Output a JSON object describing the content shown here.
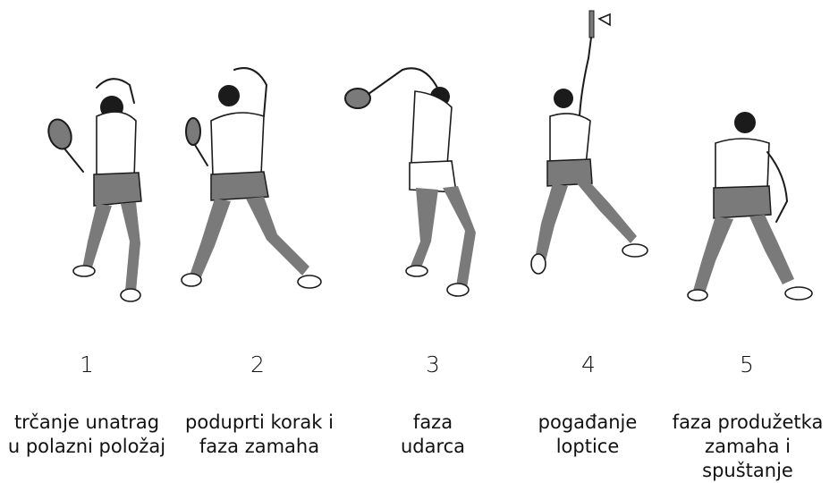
{
  "phases": [
    {
      "number": "1",
      "caption_line1": "trčanje unatrag",
      "caption_line2": "u polazni položaj"
    },
    {
      "number": "2",
      "caption_line1": "poduprti korak i",
      "caption_line2": "faza zamaha"
    },
    {
      "number": "3",
      "caption_line1": "faza",
      "caption_line2": "udarca"
    },
    {
      "number": "4",
      "caption_line1": "pogađanje",
      "caption_line2": "loptice"
    },
    {
      "number": "5",
      "caption_line1": "faza produžetka",
      "caption_line2": "zamaha i spuštanje"
    }
  ]
}
